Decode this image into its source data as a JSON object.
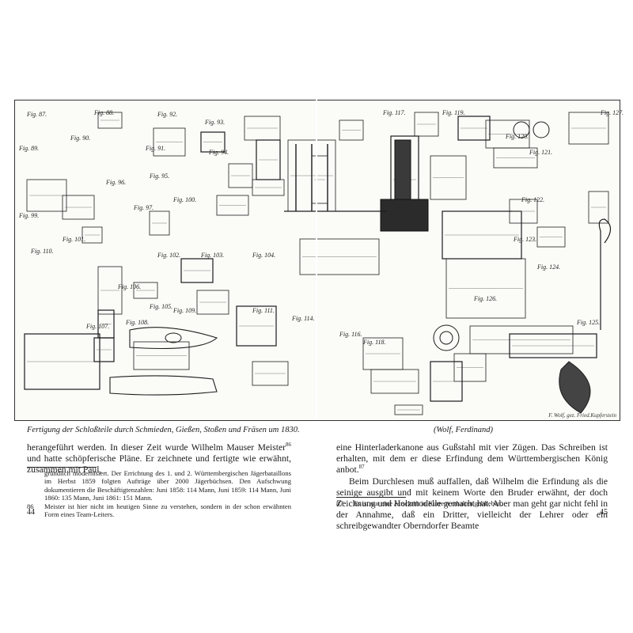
{
  "plate": {
    "engraver": "F. Wolf, gez. Fried.Kupferstein",
    "figure_labels": [
      "Fig. 87.",
      "Fig. 88.",
      "Fig. 92.",
      "Fig. 93.",
      "Fig. 89.",
      "Fig. 90.",
      "Fig. 91.",
      "Fig. 94.",
      "Fig. 96.",
      "Fig. 97.",
      "Fig. 95.",
      "Fig. 99.",
      "Fig. 100.",
      "Fig. 101.",
      "Fig. 102.",
      "Fig. 103.",
      "Fig. 104.",
      "Fig. 110.",
      "Fig. 106.",
      "Fig. 105.",
      "Fig. 107.",
      "Fig. 108.",
      "Fig. 109.",
      "Fig. 111.",
      "Fig. 114.",
      "Fig. 116.",
      "Fig. 118.",
      "Fig. 117.",
      "Fig. 119.",
      "Fig. 120.",
      "Fig. 121.",
      "Fig. 122.",
      "Fig. 123.",
      "Fig. 124.",
      "Fig. 125.",
      "Fig. 126.",
      "Fig. 127."
    ]
  },
  "left_page": {
    "caption": "Fertigung der Schloßteile durch Schmieden, Gießen, Stoßen und Fräsen um 1830.",
    "body_line1_pre": "herangeführt werden. In dieser Zeit wurde Wilhelm Mauser Meister",
    "body_line1_sup": "86",
    "body_line1_post": " und hatte schöpferische Pläne. Er zeichnete und fertigte wie erwähnt, zusammen mit Paul,",
    "footnote_cont": "gründlich modernisiert. Der Errichtung des 1. und 2. Württembergischen Jägerbataillons im Herbst 1859 folgten Aufträge über 2000 Jägerbüchsen. Den Aufschwung dokumentieren die Beschäftigtenzahlen: Juni 1858: 114 Mann, Juni 1859: 114 Mann, Juni 1860: 135 Mann, Juni 1861: 151 Mann.",
    "footnote_num": "86",
    "footnote_text": "Meister ist hier nicht im heutigen Sinne zu verstehen, sondern in der schon erwähnten Form eines Team-Leiters.",
    "page_number": "44"
  },
  "right_page": {
    "caption": "(Wolf, Ferdinand)",
    "para1": "eine Hinterladerkanone aus Gußstahl mit vier Zügen. Das Schreiben ist erhalten, mit dem er diese Erfindung dem Württembergischen König anbot.",
    "para1_sup": "87",
    "para2": "Beim Durchlesen muß auffallen, daß Wilhelm die Erfindung als die seinige ausgibt und mit keinem Worte den Bruder erwähnt, der doch Zeichnung und Holzmodelle gemacht hat. Aber man geht gar nicht fehl in der Annahme, daß ein Dritter, vielleicht der Lehrer oder ein schreibgewandter Oberndorfer Beamte",
    "footnote_num": "87",
    "footnote_text": "Es ist nur eine Abschrift in Kurrent erhalten geblieben.",
    "page_number": "45"
  }
}
